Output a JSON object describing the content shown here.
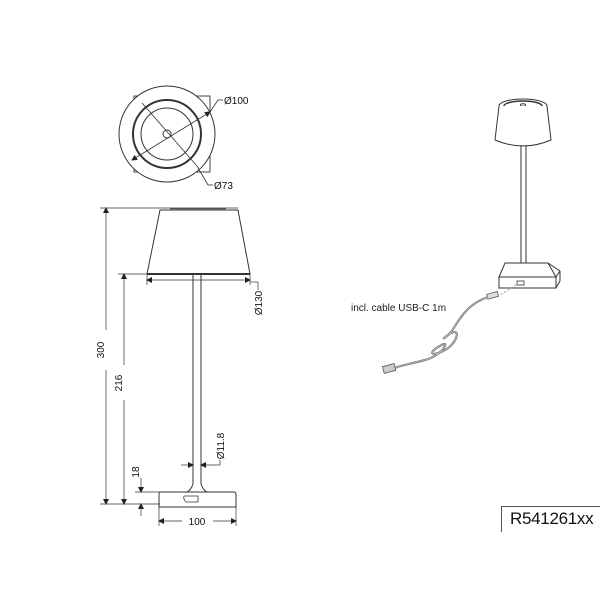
{
  "diagram": {
    "type": "technical-drawing",
    "subject": "cordless table lamp",
    "colors": {
      "line": "#333333",
      "background": "#ffffff",
      "cable": "#777777"
    },
    "top_view": {
      "outer_diameter_label": "Ø100",
      "inner_diameter_label": "Ø73"
    },
    "side_view": {
      "shade_diameter_label": "Ø130",
      "total_height_label": "300",
      "shade_bottom_height_label": "216",
      "base_height_label": "18",
      "stem_diameter_label": "Ø11.8",
      "base_width_label": "100"
    },
    "perspective_view": {
      "cable_caption": "incl. cable USB-C 1m"
    },
    "model_number": "R541261xx"
  }
}
